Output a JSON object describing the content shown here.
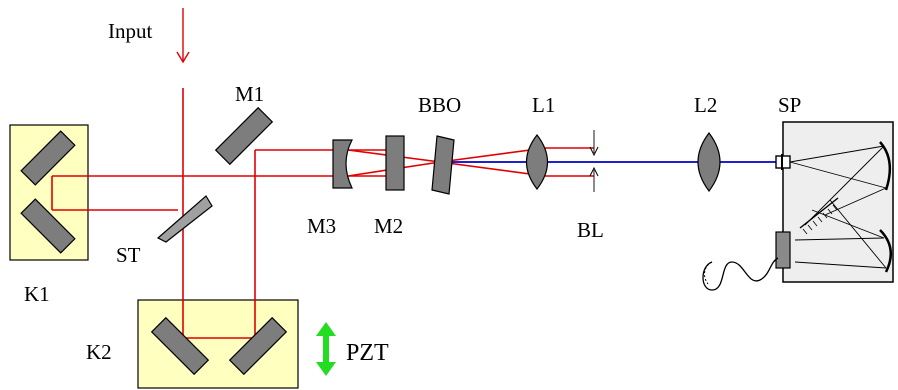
{
  "labels": {
    "input": "Input",
    "m1": "M1",
    "bbo": "BBO",
    "l1": "L1",
    "l2": "L2",
    "sp": "SP",
    "m3": "M3",
    "m2": "M2",
    "bl": "BL",
    "st": "ST",
    "k1": "K1",
    "k2": "K2",
    "pzt": "PZT"
  },
  "colors": {
    "fundamental_beam": "#e00000",
    "second_harmonic_beam": "#0000c8",
    "optic_fill": "#7d7d7d",
    "retroreflector_box": "#ffffc0",
    "spectrometer_box": "#eeeeee",
    "pzt_arrow": "#22dd22"
  },
  "icons": {
    "pzt_arrow": "double-headed-arrow-icon",
    "fiber": "fiber-cable-icon",
    "grating": "diffraction-grating-icon"
  }
}
